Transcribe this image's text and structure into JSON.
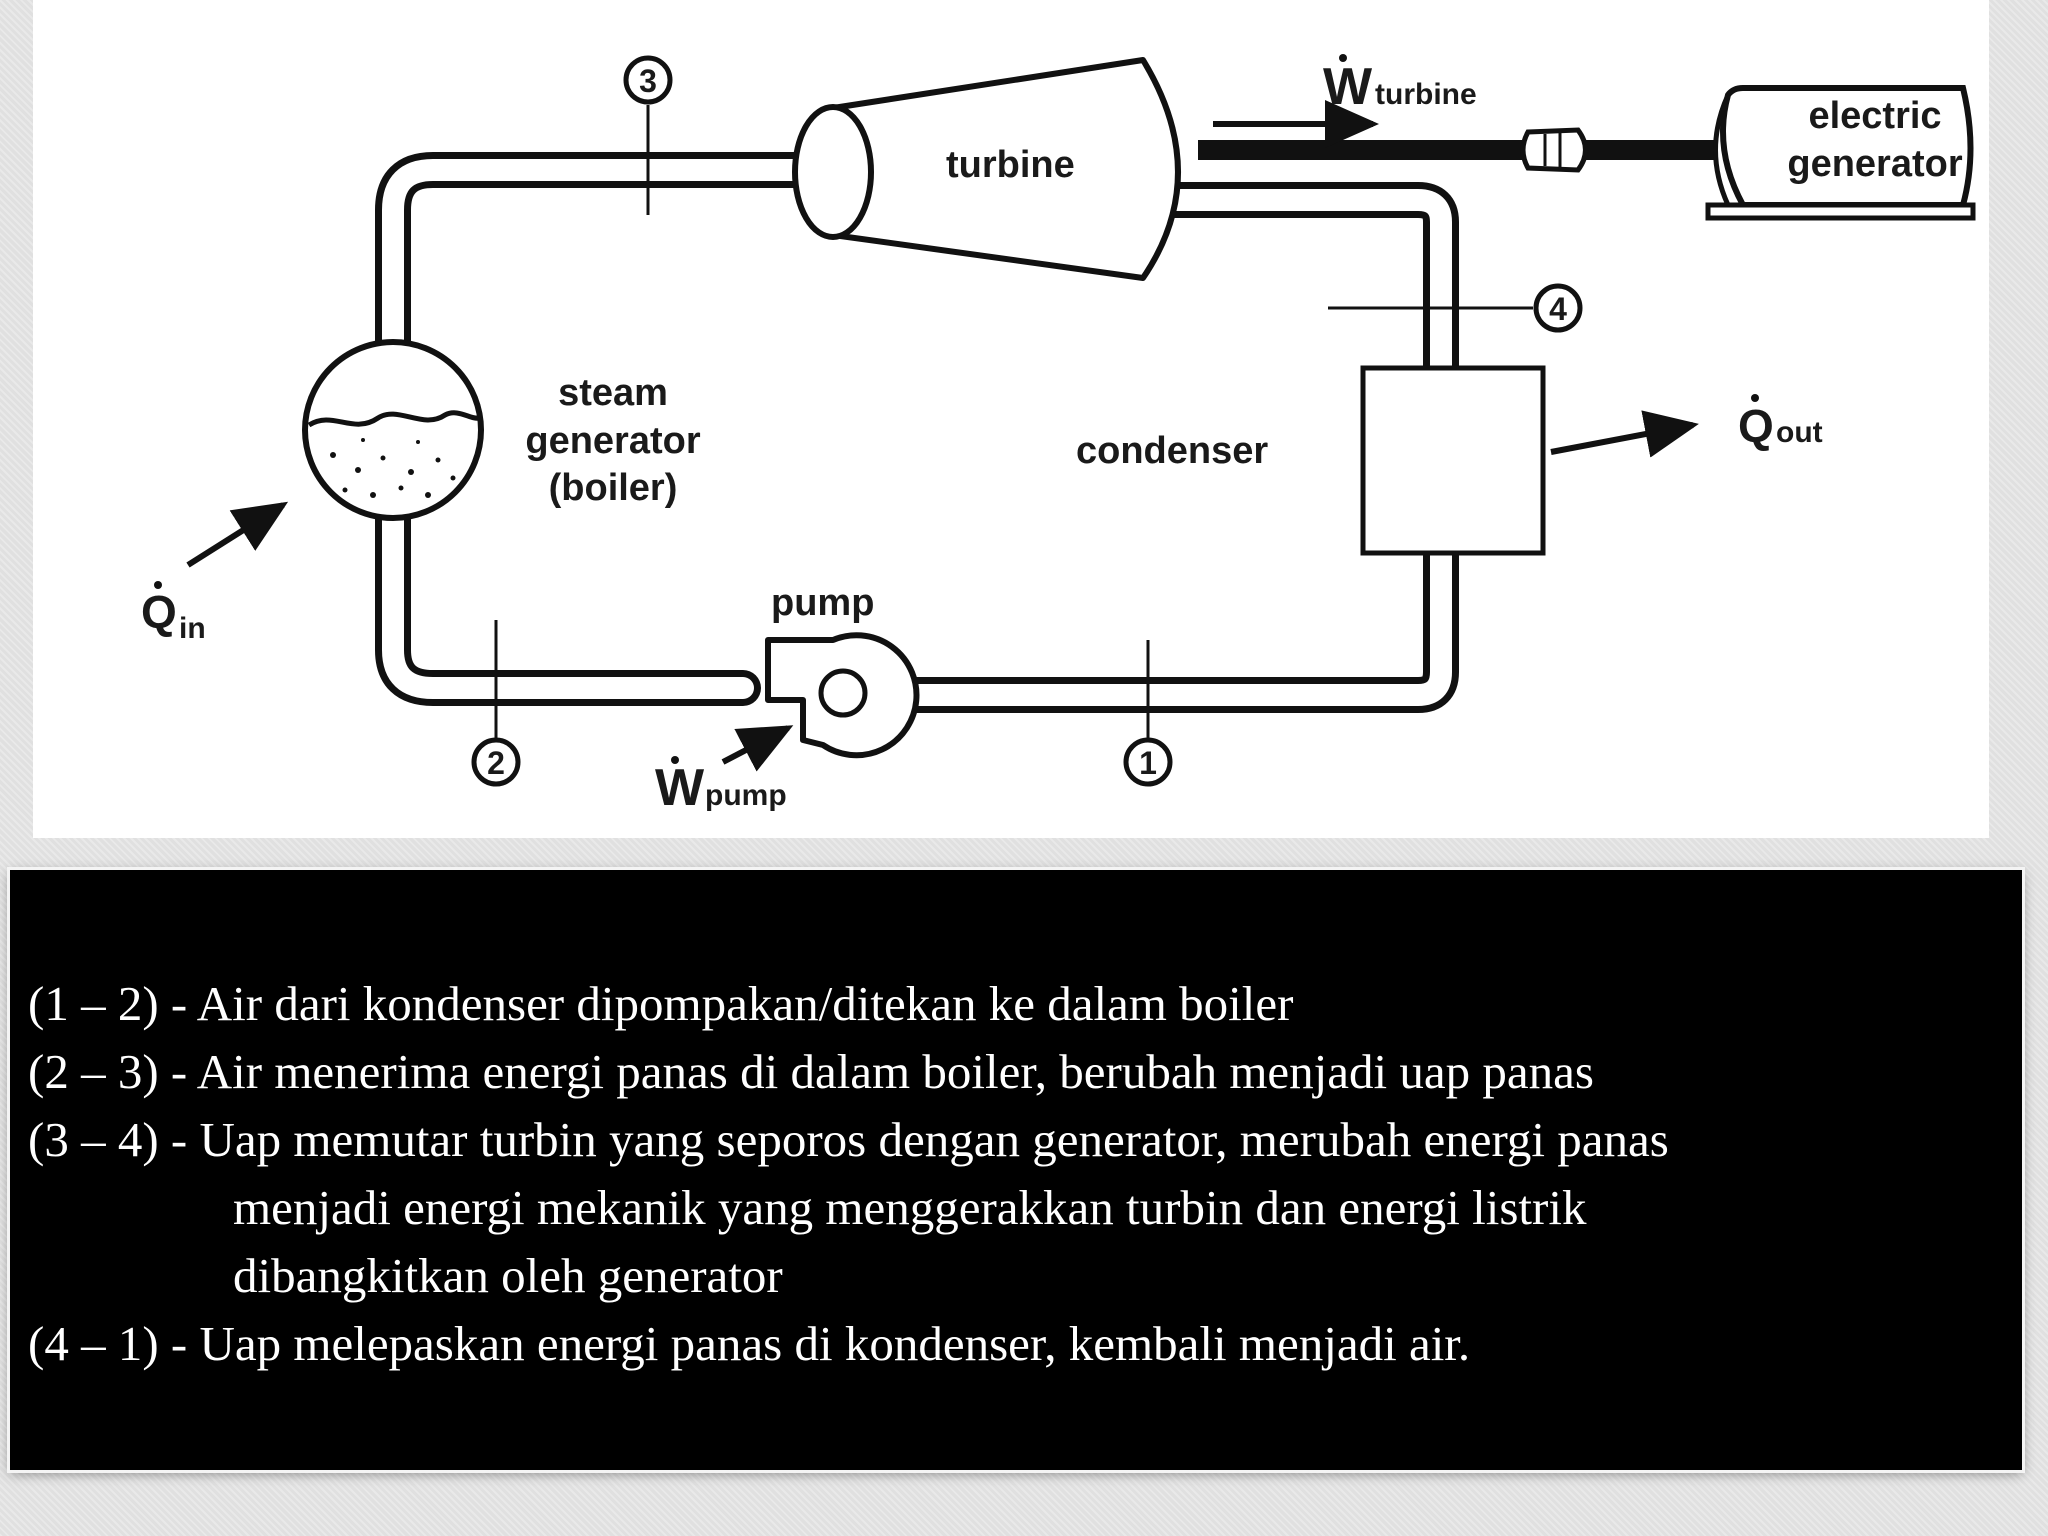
{
  "diagram": {
    "labels": {
      "turbine": "turbine",
      "w_turbine_symbol": "W",
      "w_turbine_sub": "turbine",
      "electric_generator_line1": "electric",
      "electric_generator_line2": "generator",
      "steam_generator_line1": "steam",
      "steam_generator_line2": "generator",
      "steam_generator_line3": "(boiler)",
      "condenser": "condenser",
      "pump": "pump",
      "q_in_symbol": "Q",
      "q_in_sub": "in",
      "q_out_symbol": "Q",
      "q_out_sub": "out",
      "w_pump_symbol": "W",
      "w_pump_sub": "pump"
    },
    "state_points": [
      "1",
      "2",
      "3",
      "4"
    ],
    "colors": {
      "line": "#111111",
      "panel": "#ffffff"
    }
  },
  "description": {
    "lines": [
      "(1 – 2) - Air dari kondenser dipompakan/ditekan ke dalam boiler",
      "(2 – 3) - Air menerima energi panas di dalam boiler, berubah menjadi uap panas",
      "(3 – 4) - Uap memutar turbin yang seporos dengan generator, merubah energi panas",
      "menjadi energi mekanik yang menggerakkan turbin dan energi listrik",
      "dibangkitkan oleh generator",
      "(4 – 1) - Uap melepaskan energi panas di kondenser, kembali menjadi air."
    ],
    "colors": {
      "background": "#000000",
      "text": "#ffffff"
    }
  }
}
